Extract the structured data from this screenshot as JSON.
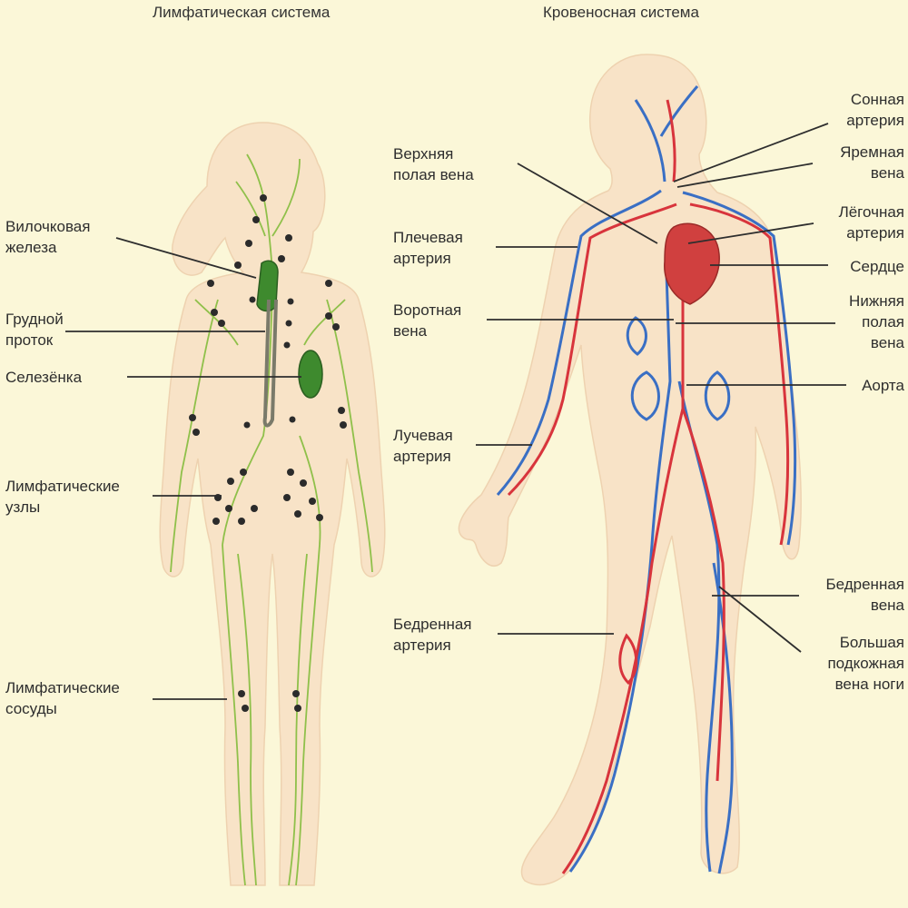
{
  "titles": {
    "lymphatic": "Лимфатическая система",
    "blood": "Кровеносная система"
  },
  "lymphatic_labels": {
    "thymus": "Вилочковая\nжелеза",
    "thoracic_duct": "Грудной\nпроток",
    "spleen": "Селезёнка",
    "lymph_nodes": "Лимфатические\nузлы",
    "lymph_vessels": "Лимфатические\nсосуды"
  },
  "blood_labels_left": {
    "superior_vena_cava": "Верхняя\nполая вена",
    "brachial_artery": "Плечевая\nартерия",
    "portal_vein": "Воротная\nвена",
    "radial_artery": "Лучевая\nартерия",
    "femoral_artery": "Бедренная\nартерия"
  },
  "blood_labels_right": {
    "carotid_artery": "Сонная\nартерия",
    "jugular_vein": "Яремная\nвена",
    "pulmonary_artery": "Лёгочная\nартерия",
    "heart": "Сердце",
    "inferior_vena_cava": "Нижняя\nполая\nвена",
    "aorta": "Аорта",
    "femoral_vein": "Бедренная\nвена",
    "great_saphenous_vein": "Большая\nподкожная\nвена ноги"
  },
  "colors": {
    "background": "#fbf7d8",
    "skin": "#f8e3c7",
    "lymph": "#8fc04a",
    "node": "#2b2b2b",
    "organ": "#3e8a2e",
    "artery": "#d8343c",
    "vein": "#3a6fc4",
    "heart": "#d0403f"
  }
}
